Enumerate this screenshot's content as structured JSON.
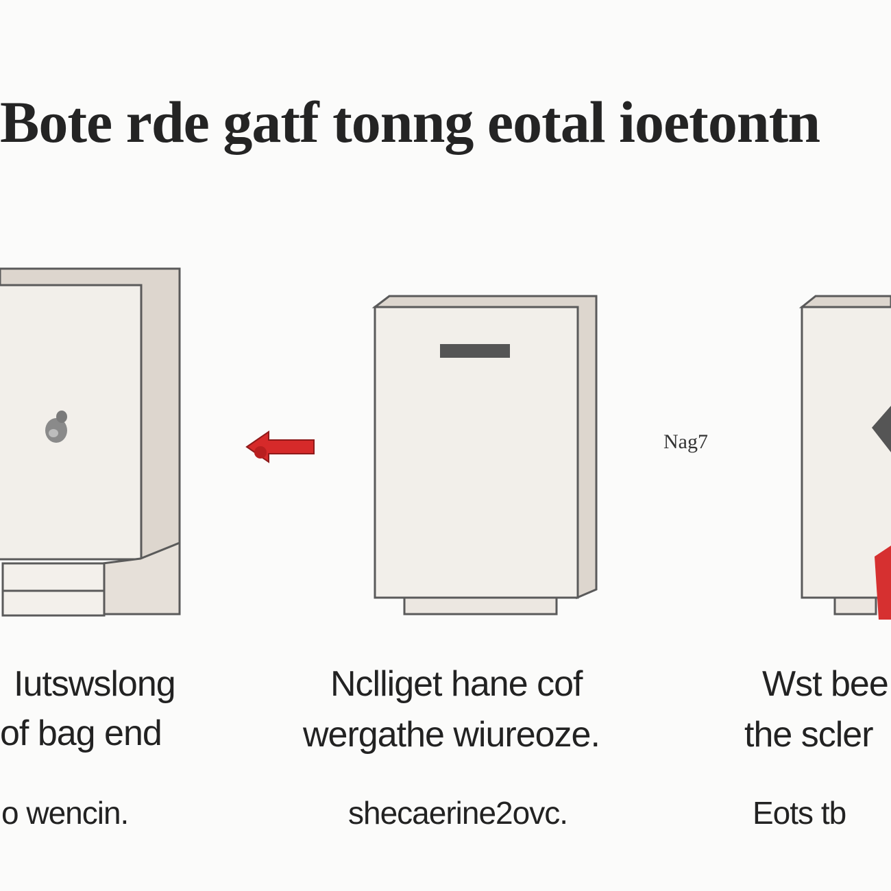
{
  "title": "Bote rde gatf tonng eotal ioetontn",
  "mid_label": "Nag7",
  "colors": {
    "background": "#fbfbfa",
    "cabinet_face": "#f1eeea",
    "cabinet_side": "#dcd5cd",
    "outline": "#5a5a5a",
    "arrow": "#d62a2a",
    "slot": "#555555"
  },
  "steps": [
    {
      "line1": "Iutswslong",
      "line2": "of bag end",
      "line3": "o wencin."
    },
    {
      "line1": "Nclliget hane cof",
      "line2": "wergathe wiureoze.",
      "line3": "shecaerine2ovc."
    },
    {
      "line1": "Wst bee",
      "line2": "the scler",
      "line3": "Eots tb"
    }
  ]
}
